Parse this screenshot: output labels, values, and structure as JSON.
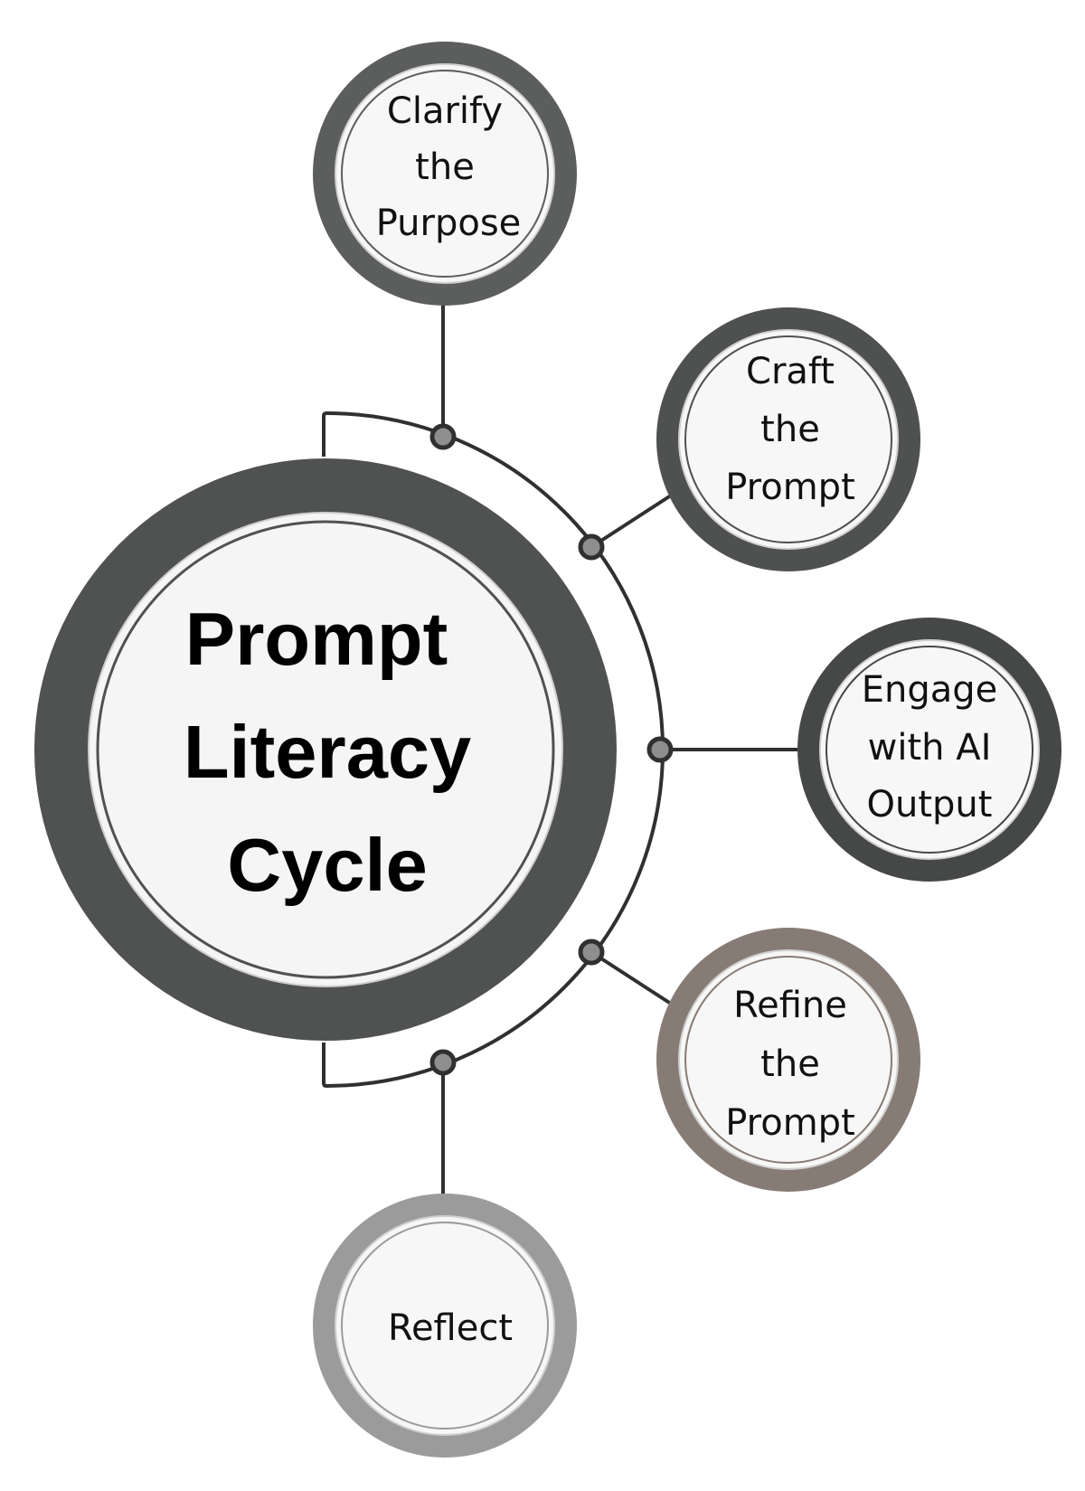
{
  "diagram": {
    "hub": {
      "lines": [
        "Prompt",
        "Literacy",
        "Cycle"
      ]
    },
    "steps": [
      {
        "id": "clarify-the-purpose",
        "lines": [
          "Clarify",
          "the",
          "Purpose"
        ],
        "ring_color": "#5c5d5d"
      },
      {
        "id": "craft-the-prompt",
        "lines": [
          "Craft",
          "the",
          "Prompt"
        ],
        "ring_color": "#4f5050"
      },
      {
        "id": "engage-with-ai-output",
        "lines": [
          "Engage",
          "with AI",
          "Output"
        ],
        "ring_color": "#464747"
      },
      {
        "id": "refine-the-prompt",
        "lines": [
          "Refine",
          "the",
          "Prompt"
        ],
        "ring_color": "#877b76"
      },
      {
        "id": "reflect",
        "lines": [
          "Reflect"
        ],
        "ring_color": "#9b9b9b"
      }
    ],
    "colors": {
      "hub_ring": "#505151",
      "hub_fill": "#f5f5f5",
      "node_fill": "#f7f7f7",
      "connector": "#2f3030",
      "junction_fill": "#8e8e8e"
    }
  }
}
